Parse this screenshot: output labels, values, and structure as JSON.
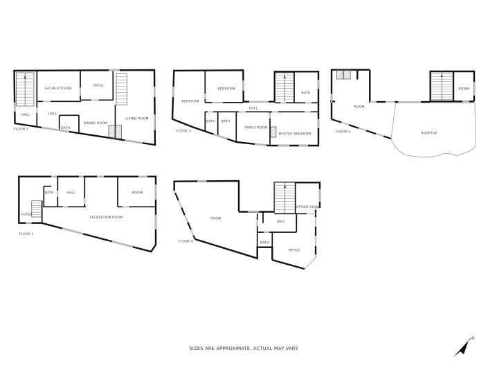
{
  "disclaimer": "SIZES ARE APPROXIMATE, ACTUAL MAY VARY.",
  "compass": {
    "north_label": "N"
  },
  "colors": {
    "wall": "#111111",
    "window_gray": "#bdbdbd",
    "label_text": "#3b3b3b"
  },
  "floors": {
    "floor2": {
      "label": "FLOOR 2",
      "rooms": {
        "kitchen": "EAT-IN KITCHEN",
        "patio": "PATIO",
        "hall_left": "HALL",
        "hall_mid": "HALL",
        "bath": "BATH",
        "dining": "DINING ROOM",
        "living": "LIVING ROOM"
      }
    },
    "floor3": {
      "label": "FLOOR 3",
      "rooms": {
        "bedroom_left": "BEDROOM",
        "bedroom_top": "BEDROOM",
        "bath_top": "BATH",
        "hall": "HALL",
        "bath1": "BATH",
        "bath2": "BATH",
        "family": "FAMILY ROOM",
        "master": "MASTER BEDROOM"
      }
    },
    "floor5": {
      "label": "FLOOR 5",
      "rooms": {
        "room_left": "ROOM",
        "room_right": "ROOM",
        "rooftop": "ROOFTOP"
      }
    },
    "floor1": {
      "label": "FLOOR 1",
      "rooms": {
        "bath": "BATH",
        "hall": "HALL",
        "room": "ROOM",
        "foyer": "FOYER",
        "recreation": "RECREATION ROOM"
      }
    },
    "floor4": {
      "label": "FLOOR 4",
      "rooms": {
        "room": "ROOM",
        "sitting": "SITTING ROOM",
        "hall": "HALL",
        "bath": "BATH",
        "office": "OFFICE"
      }
    }
  }
}
